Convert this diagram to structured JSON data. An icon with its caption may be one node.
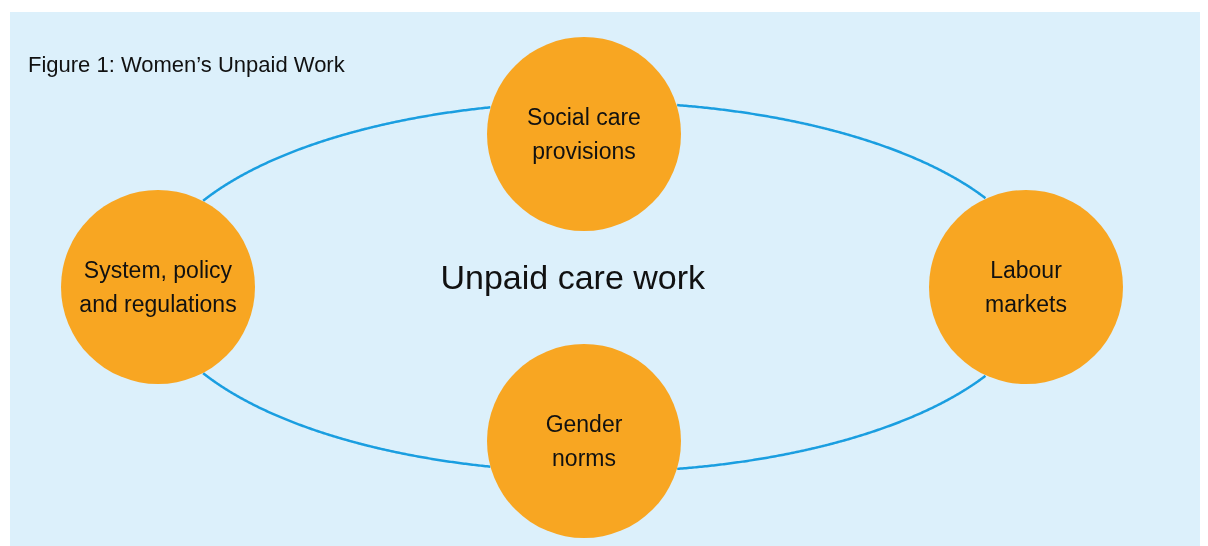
{
  "diagram": {
    "title": "Figure 1: Women’s Unpaid Work",
    "nodes": [
      {
        "text": [
          "Social care provisions"
        ]
      },
      {
        "text": [
          "System, policy and regulations"
        ]
      },
      {
        "text": [
          "Labour markets"
        ]
      },
      {
        "text": [
          "Gender norms"
        ]
      }
    ],
    "edges": [
      {
        "from": 1,
        "to": 0,
        "arrow": "none"
      },
      {
        "from": 0,
        "to": 2,
        "arrow": "none"
      },
      {
        "from": 2,
        "to": 3,
        "arrow": "none"
      },
      {
        "from": 3,
        "to": 1,
        "arrow": "none"
      }
    ],
    "labels": [
      "Unpaid care work"
    ]
  }
}
